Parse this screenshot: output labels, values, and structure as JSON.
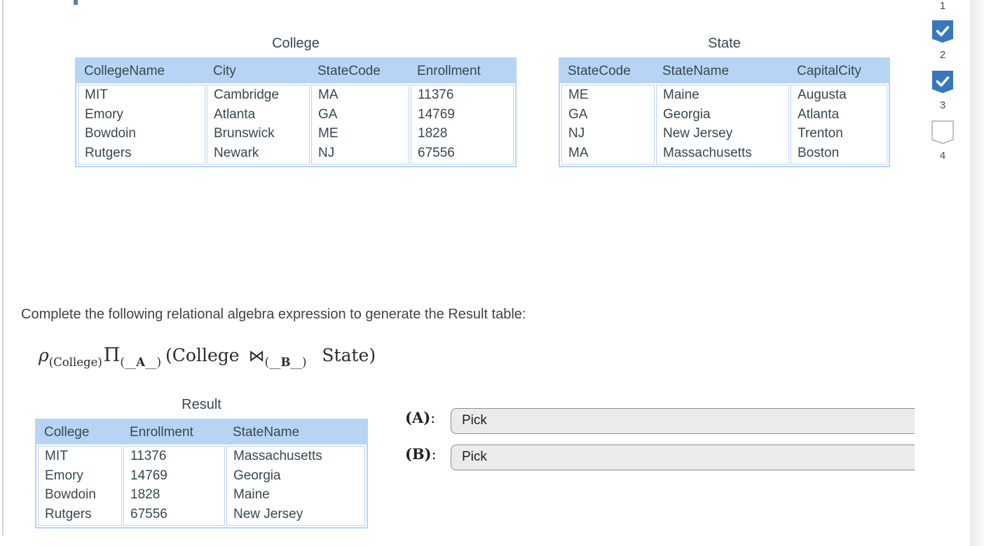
{
  "colors": {
    "table_header_bg": "#b8d4f4",
    "table_border": "#b8d4f4",
    "table_text": "#37474f",
    "check_blue": "#3678ba",
    "select_bg": "#ebebed",
    "select_border": "#8b8b94"
  },
  "tables": {
    "college": {
      "title": "College",
      "columns": [
        "CollegeName",
        "City",
        "StateCode",
        "Enrollment"
      ],
      "rows": [
        [
          "MIT",
          "Cambridge",
          "MA",
          "11376"
        ],
        [
          "Emory",
          "Atlanta",
          "GA",
          "14769"
        ],
        [
          "Bowdoin",
          "Brunswick",
          "ME",
          "1828"
        ],
        [
          "Rutgers",
          "Newark",
          "NJ",
          "67556"
        ]
      ]
    },
    "state": {
      "title": "State",
      "columns": [
        "StateCode",
        "StateName",
        "CapitalCity"
      ],
      "rows": [
        [
          "ME",
          "Maine",
          "Augusta"
        ],
        [
          "GA",
          "Georgia",
          "Atlanta"
        ],
        [
          "NJ",
          "New Jersey",
          "Trenton"
        ],
        [
          "MA",
          "Massachusetts",
          "Boston"
        ]
      ]
    },
    "result": {
      "title": "Result",
      "columns": [
        "College",
        "Enrollment",
        "StateName"
      ],
      "rows": [
        [
          "MIT",
          "11376",
          "Massachusetts"
        ],
        [
          "Emory",
          "14769",
          "Georgia"
        ],
        [
          "Bowdoin",
          "1828",
          "Maine"
        ],
        [
          "Rutgers",
          "67556",
          "New Jersey"
        ]
      ]
    }
  },
  "question": {
    "prompt": "Complete the following relational algebra expression to generate the Result table:",
    "expression": {
      "rho": "ρ",
      "rho_sub": "(College)",
      "pi": "Π",
      "pi_sub": {
        "open": "(__",
        "letter": "A",
        "close": "__)"
      },
      "lparen": "(",
      "left_relation": "College",
      "join": "⋈",
      "join_sub": {
        "open": "(__",
        "letter": "B",
        "close": "__)"
      },
      "right_relation": "State",
      "rparen": ")"
    }
  },
  "answers": [
    {
      "label": "(A)",
      "colon": ":",
      "value": "Pick"
    },
    {
      "label": "(B)",
      "colon": ":",
      "value": "Pick"
    }
  ],
  "progress": {
    "leading_number": "1",
    "items": [
      {
        "number": "2",
        "checked": true
      },
      {
        "number": "3",
        "checked": true
      },
      {
        "number": "4",
        "checked": false
      }
    ]
  }
}
